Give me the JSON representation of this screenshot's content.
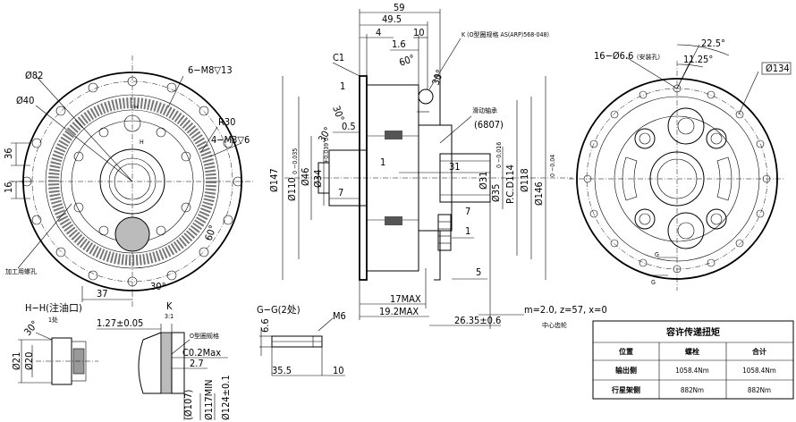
{
  "left_view": {
    "d82": "Ø82",
    "d40": "Ø40",
    "holes_m8": "6−M8▽13",
    "r30": "R30",
    "holes_m3": "4−M3▽6",
    "h": "H",
    "d36": "36",
    "d16": "16",
    "d37": "37",
    "a30": "30°",
    "a60": "60°",
    "note_machining": "加工用螺孔"
  },
  "section_view": {
    "d59": "59",
    "d49_5": "49.5",
    "d4": "4",
    "d10": "10",
    "d1_6": "1.6",
    "c1": "C1",
    "k_note": "K (O型圈规格 AS(ARP)568-048)",
    "a60": "60°",
    "a30": "30°",
    "a30b": "30°",
    "a30c": "30°",
    "d1": "1",
    "d0_5": "0.5",
    "d7": "7",
    "d1b": "1",
    "d31w": "31",
    "d7b": "7",
    "d1c": "1",
    "d5": "5",
    "bearing_note": "滑动轴承",
    "bearing_code": "(6807)",
    "d147": "Ø147",
    "d110": "Ø110",
    "tol110": "0 −0.035",
    "d46": "Ø46",
    "d34": "Ø34",
    "tol34": "+0.039 0",
    "d31": "Ø31",
    "d35": "Ø35",
    "tol35": "0 −0.016",
    "pcd": "P.C.D114",
    "d118": "Ø118",
    "d146": "Ø146",
    "tol146": "0 −0.04",
    "d17max": "17MAX",
    "d19_2max": "19.2MAX",
    "d26_35": "26.35±0.6",
    "gear_spec": "m=2.0, z=57, x=0",
    "center_label": "中心齿轮"
  },
  "right_view": {
    "holes_d6_6": "16−Ø6.6",
    "mount_note": "(安装孔)",
    "a22_5": "22.5°",
    "a11_25": "11.25°",
    "d134": "Ø134",
    "g": "G"
  },
  "detail_h": {
    "title": "H−H(注油口)",
    "sub": "1处",
    "a30": "30°",
    "d21": "Ø21",
    "d20": "Ø20"
  },
  "detail_k": {
    "title": "K",
    "scale": "3:1",
    "d1_27": "1.27±0.05",
    "oring": "O型圈规格",
    "c0_2": "C0.2Max",
    "d2_7": "2.7",
    "d107": "(Ø107)",
    "d117": "Ø117MIN",
    "d124": "Ø124±0.1"
  },
  "detail_g": {
    "title": "G−G(2处)",
    "m6": "M6",
    "d6_6": "6.6",
    "d35_5": "35.5",
    "d10": "10"
  },
  "torque_table": {
    "title": "容许传递扭矩",
    "headers": [
      "位置",
      "螺栓",
      "合计"
    ],
    "rows": [
      [
        "输出侧",
        "1058.4Nm",
        "1058.4Nm"
      ],
      [
        "行星架侧",
        "882Nm",
        "882Nm"
      ]
    ]
  }
}
